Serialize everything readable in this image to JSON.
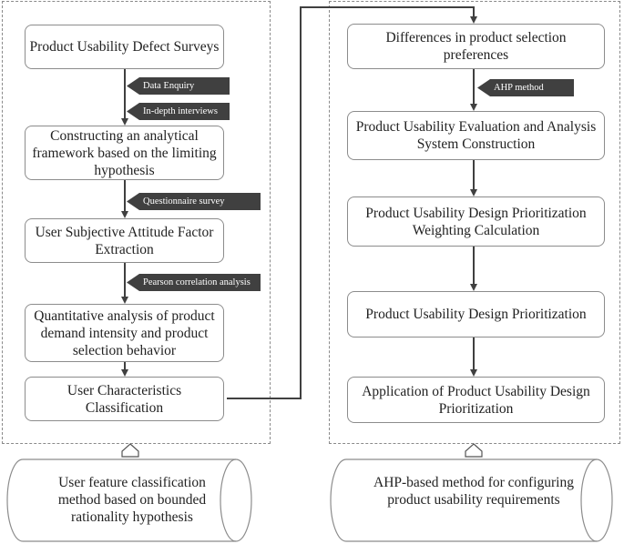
{
  "left": {
    "steps": [
      "Product Usability Defect Surveys",
      "Constructing an analytical framework based on the limiting hypothesis",
      "User Subjective Attitude Factor Extraction",
      "Quantitative analysis of product demand intensity and product selection behavior",
      "User Characteristics Classification"
    ],
    "tags": [
      "Data Enquiry",
      "In-depth interviews",
      "Questionnaire survey",
      "Pearson correlation analysis"
    ],
    "cylinder": "User feature classification method based on bounded rationality hypothesis"
  },
  "right": {
    "steps": [
      "Differences in product selection preferences",
      "Product Usability Evaluation and Analysis System Construction",
      "Product Usability Design Prioritization Weighting Calculation",
      "Product Usability Design Prioritization",
      "Application of Product Usability Design Prioritization"
    ],
    "tags": [
      "AHP method"
    ],
    "cylinder": "AHP-based method for configuring product usability requirements"
  },
  "colors": {
    "arrow": "#404040",
    "tag": "#404040",
    "border": "#8c8c8c"
  }
}
